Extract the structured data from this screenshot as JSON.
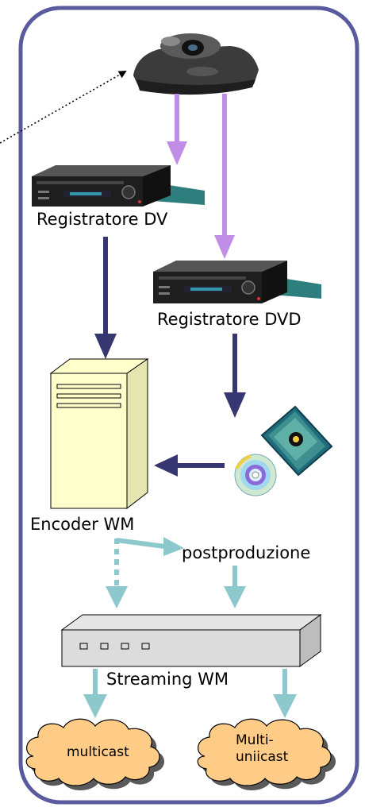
{
  "labels": {
    "dv_recorder": "Registratore DV",
    "dvd_recorder": "Registratore DVD",
    "encoder": "Encoder WM",
    "postproduction": "postproduzione",
    "streaming": "Streaming WM",
    "multicast": "multicast",
    "multiunicast_line1": "Multi-",
    "multiunicast_line2": "uniicast"
  },
  "colors": {
    "frame": "#5a5a9e",
    "arrow_purple_light": "#c08ee6",
    "arrow_navy": "#363670",
    "arrow_teal": "#8cc8cc",
    "server_fill": "#ffffcc",
    "cloud_fill": "#ffcc88",
    "streaming_box_fill": "#dcdcdc"
  },
  "icons": [
    "videoconference-camera-icon",
    "dv-recorder-icon",
    "dvd-recorder-icon",
    "server-tower-icon",
    "dvd-disc-icon",
    "streaming-server-icon",
    "cloud-icon"
  ]
}
